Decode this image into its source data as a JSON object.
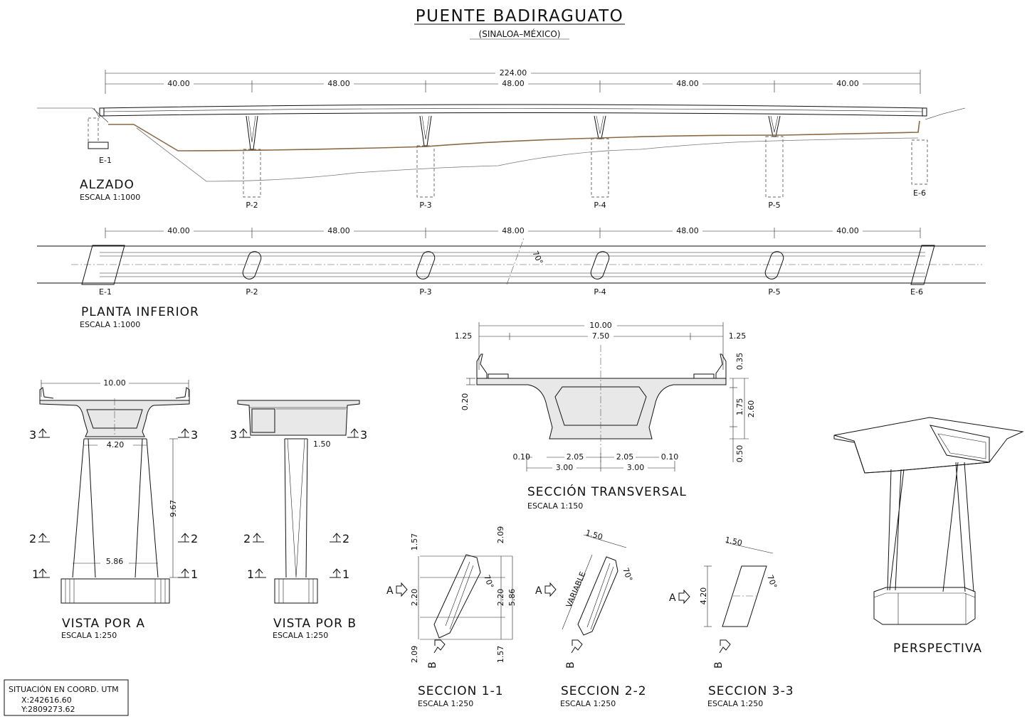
{
  "title": "PUENTE BADIRAGUATO",
  "subtitle": "(SINALOA–MÉXICO)",
  "alzado": {
    "label": "ALZADO",
    "scale": "ESCALA 1:1000",
    "total_span": "224.00",
    "spans": [
      "40.00",
      "48.00",
      "48.00",
      "48.00",
      "40.00"
    ],
    "supports": [
      "E-1",
      "P-2",
      "P-3",
      "P-4",
      "P-5",
      "E-6"
    ]
  },
  "planta": {
    "label": "PLANTA INFERIOR",
    "scale": "ESCALA 1:1000",
    "spans": [
      "40.00",
      "48.00",
      "48.00",
      "48.00",
      "40.00"
    ],
    "supports": [
      "E-1",
      "P-2",
      "P-3",
      "P-4",
      "P-5",
      "E-6"
    ],
    "skew": "70°"
  },
  "seccion_transversal": {
    "label": "SECCIÓN TRANSVERSAL",
    "scale": "ESCALA 1:150",
    "width_total": "10.00",
    "cantilever_left": "1.25",
    "width_mid": "7.50",
    "cantilever_right": "1.25",
    "dim_035": "0.35",
    "dim_020": "0.20",
    "dim_175": "1.75",
    "dim_260": "2.60",
    "dim_050": "0.50",
    "bottom_dims": [
      "0.10",
      "2.05",
      "2.05",
      "0.10"
    ],
    "bottom_halves": [
      "3.00",
      "3.00"
    ]
  },
  "vista_a": {
    "label": "VISTA POR A",
    "scale": "ESCALA 1:250",
    "width_top": "10.00",
    "pier_top": "4.20",
    "pier_height": "9.67",
    "pier_base": "5.86",
    "cuts": [
      "3",
      "2",
      "1"
    ]
  },
  "vista_b": {
    "label": "VISTA POR B",
    "scale": "ESCALA 1:250",
    "pier_width": "1.50",
    "cuts": [
      "3",
      "2",
      "1"
    ]
  },
  "seccion_11": {
    "label": "SECCION 1-1",
    "scale": "ESCALA 1:250",
    "dims_left": [
      "1.57",
      "2.20",
      "2.09"
    ],
    "dims_right": [
      "2.09",
      "2.20",
      "1.57"
    ],
    "total": "5.86",
    "angle": "70°",
    "arrow_a": "A",
    "arrow_b": "B"
  },
  "seccion_22": {
    "label": "SECCION 2-2",
    "scale": "ESCALA 1:250",
    "width": "1.50",
    "variable": "VARIABLE",
    "angle": "70°",
    "arrow_a": "A",
    "arrow_b": "B"
  },
  "seccion_33": {
    "label": "SECCION 3-3",
    "scale": "ESCALA 1:250",
    "width": "1.50",
    "height": "4.20",
    "angle": "70°",
    "arrow_a": "A",
    "arrow_b": "B"
  },
  "perspectiva": {
    "label": "PERSPECTIVA"
  },
  "situacion": {
    "title": "SITUACIÓN EN COORD. UTM",
    "x": "X:242616.60",
    "y": "Y:2809273.62"
  }
}
